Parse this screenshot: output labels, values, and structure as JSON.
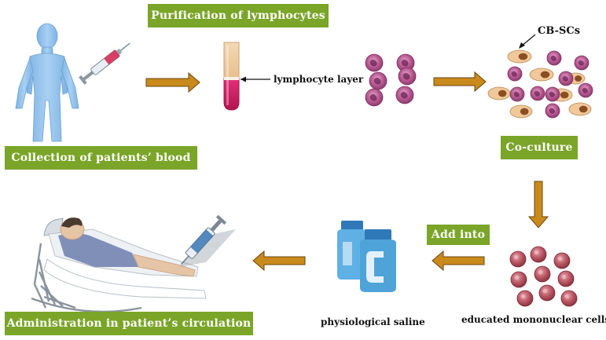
{
  "labels": {
    "purification": "Purification of lymphocytes",
    "collection": "Collection of patients’ blood",
    "co_culture": "Co-culture",
    "add_into": "Add into",
    "administration": "Administration in patient’s circulation"
  },
  "annotations": {
    "lymphocyte_layer": "lymphocyte layer",
    "cb_scs": "CB-SCs",
    "physiological_saline": "physiological saline",
    "educated_cells": "educated mononuclear cells"
  },
  "colors": {
    "label_green": "#7aa528",
    "arrow_orange": "#c98a1c",
    "lymphocyte_purple": "#a24a83",
    "stem_cell_tan": "#f0c89a",
    "mononuclear_red": "#b14a57",
    "bottle_blue": "#4ea3d9",
    "body_blue": "#8ec0ea"
  }
}
